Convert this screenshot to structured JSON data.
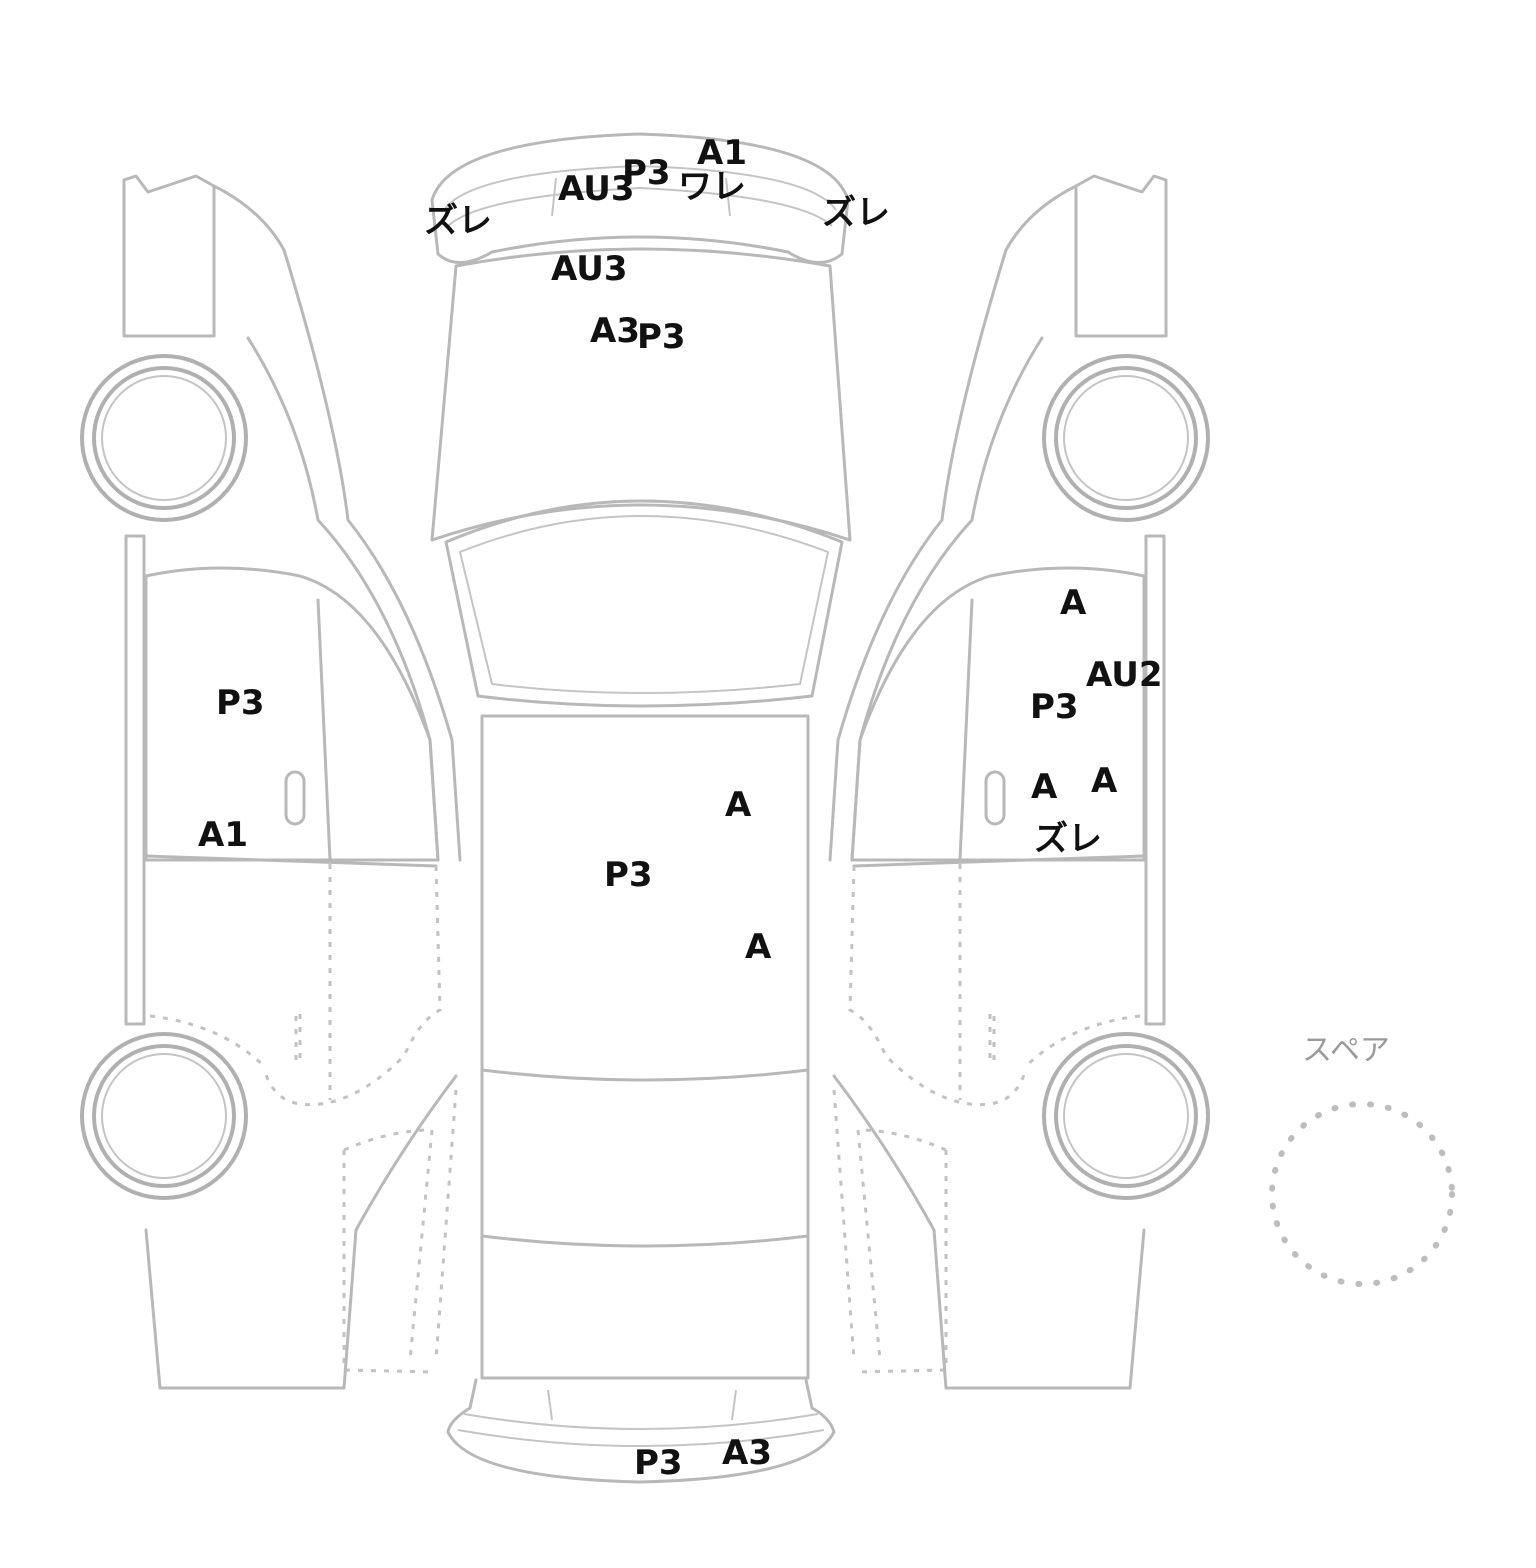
{
  "spare_label": "スペア",
  "line_color": "#b8b8b8",
  "mark_color": "#111111",
  "marks": [
    {
      "id": "m1",
      "text": "A1"
    },
    {
      "id": "m2",
      "text": "P3"
    },
    {
      "id": "m3",
      "text": "AU3"
    },
    {
      "id": "m4",
      "text": "ワレ"
    },
    {
      "id": "m5",
      "text": "ズレ"
    },
    {
      "id": "m6",
      "text": "ズレ"
    },
    {
      "id": "m7",
      "text": "AU3"
    },
    {
      "id": "m8",
      "text": "A3"
    },
    {
      "id": "m9",
      "text": "P3"
    },
    {
      "id": "m10",
      "text": "P3"
    },
    {
      "id": "m11",
      "text": "A1"
    },
    {
      "id": "m12",
      "text": "A"
    },
    {
      "id": "m13",
      "text": "P3"
    },
    {
      "id": "m14",
      "text": "A"
    },
    {
      "id": "m15",
      "text": "A"
    },
    {
      "id": "m16",
      "text": "AU2"
    },
    {
      "id": "m17",
      "text": "P3"
    },
    {
      "id": "m18",
      "text": "A"
    },
    {
      "id": "m19",
      "text": "A"
    },
    {
      "id": "m20",
      "text": "ズレ"
    },
    {
      "id": "m21",
      "text": "P3"
    },
    {
      "id": "m22",
      "text": "A3"
    }
  ]
}
